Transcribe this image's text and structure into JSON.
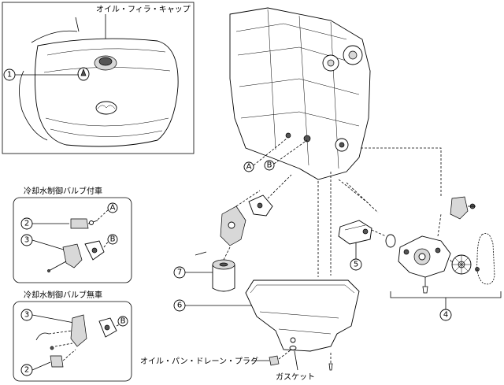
{
  "labels": {
    "oil_filler_cap": "オイル・フィラ・キャップ",
    "with_valve": "冷却水制御バルブ付車",
    "without_valve": "冷却水制御バルブ無車",
    "drain_plug": "オイル・パン・ドレーン・プラグ",
    "gasket": "ガスケット"
  },
  "callouts": {
    "c1": "1",
    "c2a": "2",
    "c3a": "3",
    "c2b": "2",
    "c3b": "3",
    "c4": "4",
    "c5": "5",
    "c6": "6",
    "c7": "7"
  },
  "letters": {
    "A_main": "A",
    "B_main": "B",
    "A_box1": "A",
    "B_box1": "B",
    "B_box2": "B"
  }
}
